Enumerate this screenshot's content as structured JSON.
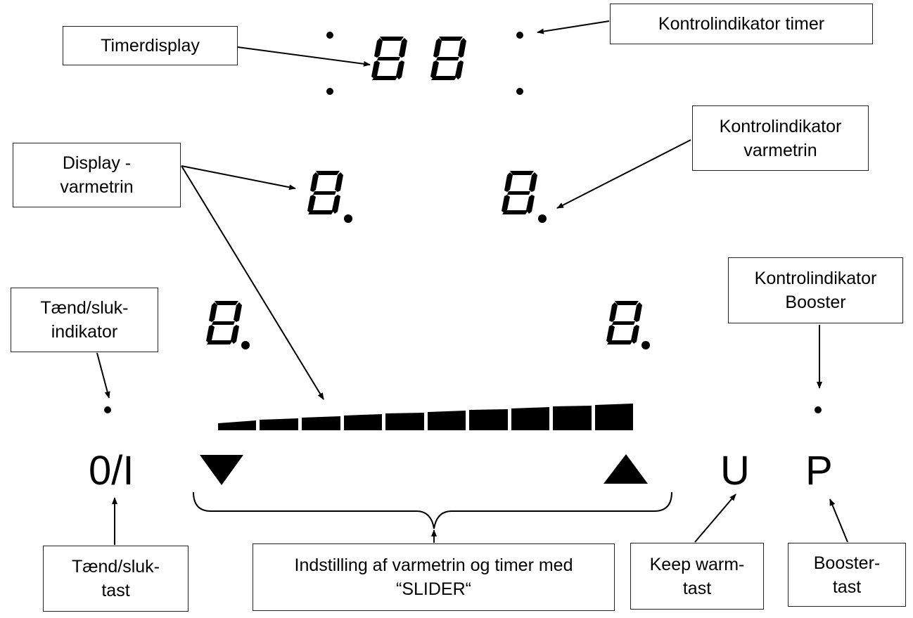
{
  "labels": {
    "timerdisplay": "Timerdisplay",
    "kontrol_timer": "Kontrolindikator timer",
    "display_varmetrin": "Display -\nvarmetrin",
    "kontrol_varmetrin": "Kontrolindikator\nvarmetrin",
    "kontrol_booster": "Kontrolindikator\nBooster",
    "taend_indikator": "Tænd/sluk-\nindikator",
    "taend_tast": "Tænd/sluk-\ntast",
    "slider": "Indstilling af varmetrin og timer med\n“SLIDER“",
    "keep_warm": "Keep warm-\ntast",
    "booster_tast": "Booster-\ntast"
  },
  "symbols": {
    "power": "0/I",
    "keep_warm": "U",
    "booster": "P"
  },
  "colors": {
    "ink": "#000000",
    "box_border": "#222222",
    "background": "#ffffff"
  }
}
